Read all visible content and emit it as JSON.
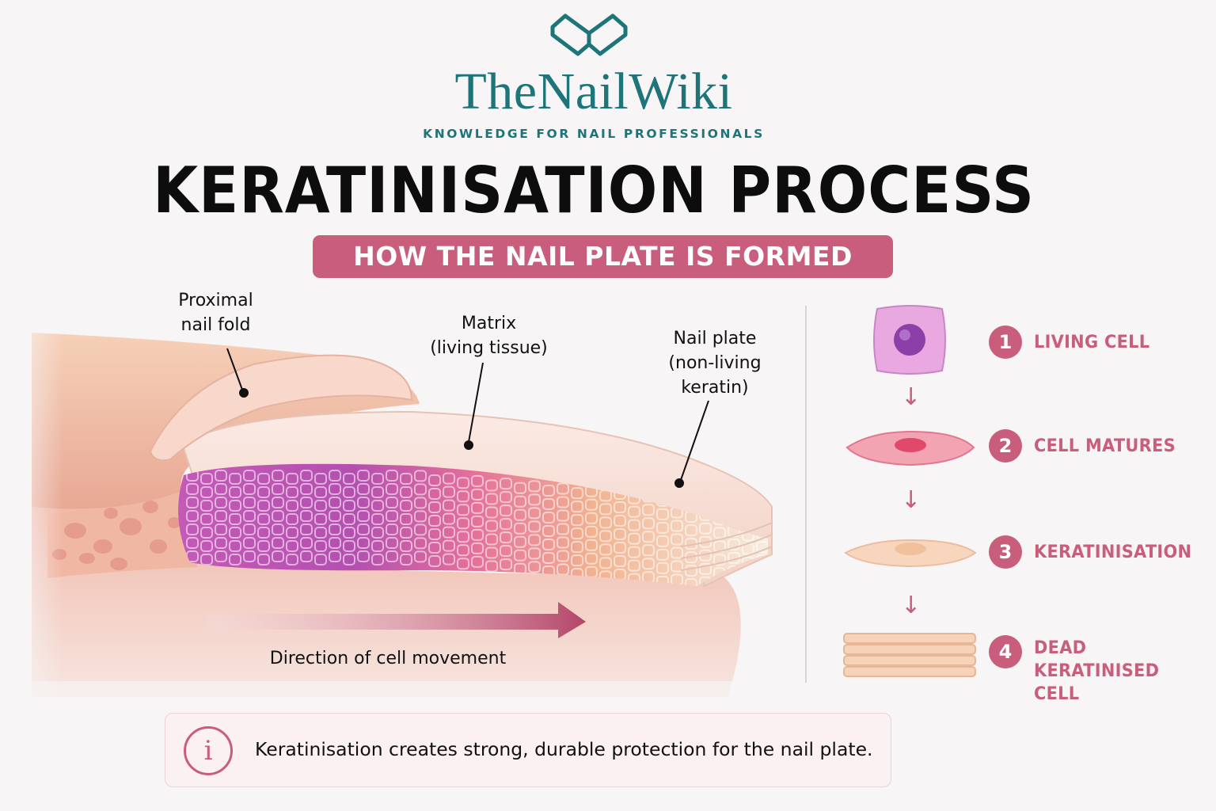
{
  "header": {
    "brand": "TheNailWiki",
    "tagline": "KNOWLEDGE FOR NAIL PROFESSIONALS",
    "title": "KERATINISATION PROCESS",
    "subtitle": "HOW THE NAIL PLATE IS FORMED"
  },
  "diagram": {
    "labels": {
      "proximal_fold": [
        "Proximal",
        "nail fold"
      ],
      "matrix": [
        "Matrix",
        "(living tissue)"
      ],
      "nail_plate": [
        "Nail plate",
        "(non-living",
        "keratin)"
      ],
      "direction": "Direction of cell movement"
    }
  },
  "steps": [
    {
      "number": "1",
      "label": [
        "LIVING CELL"
      ]
    },
    {
      "number": "2",
      "label": [
        "CELL MATURES"
      ]
    },
    {
      "number": "3",
      "label": [
        "KERATINISATION"
      ]
    },
    {
      "number": "4",
      "label": [
        "DEAD",
        "KERATINISED CELL"
      ]
    }
  ],
  "info": {
    "icon": "info-icon",
    "text": "Keratinisation creates strong, durable protection for the nail plate."
  },
  "colors": {
    "brand_teal": "#1e7579",
    "accent_pink": "#c85d7c"
  }
}
